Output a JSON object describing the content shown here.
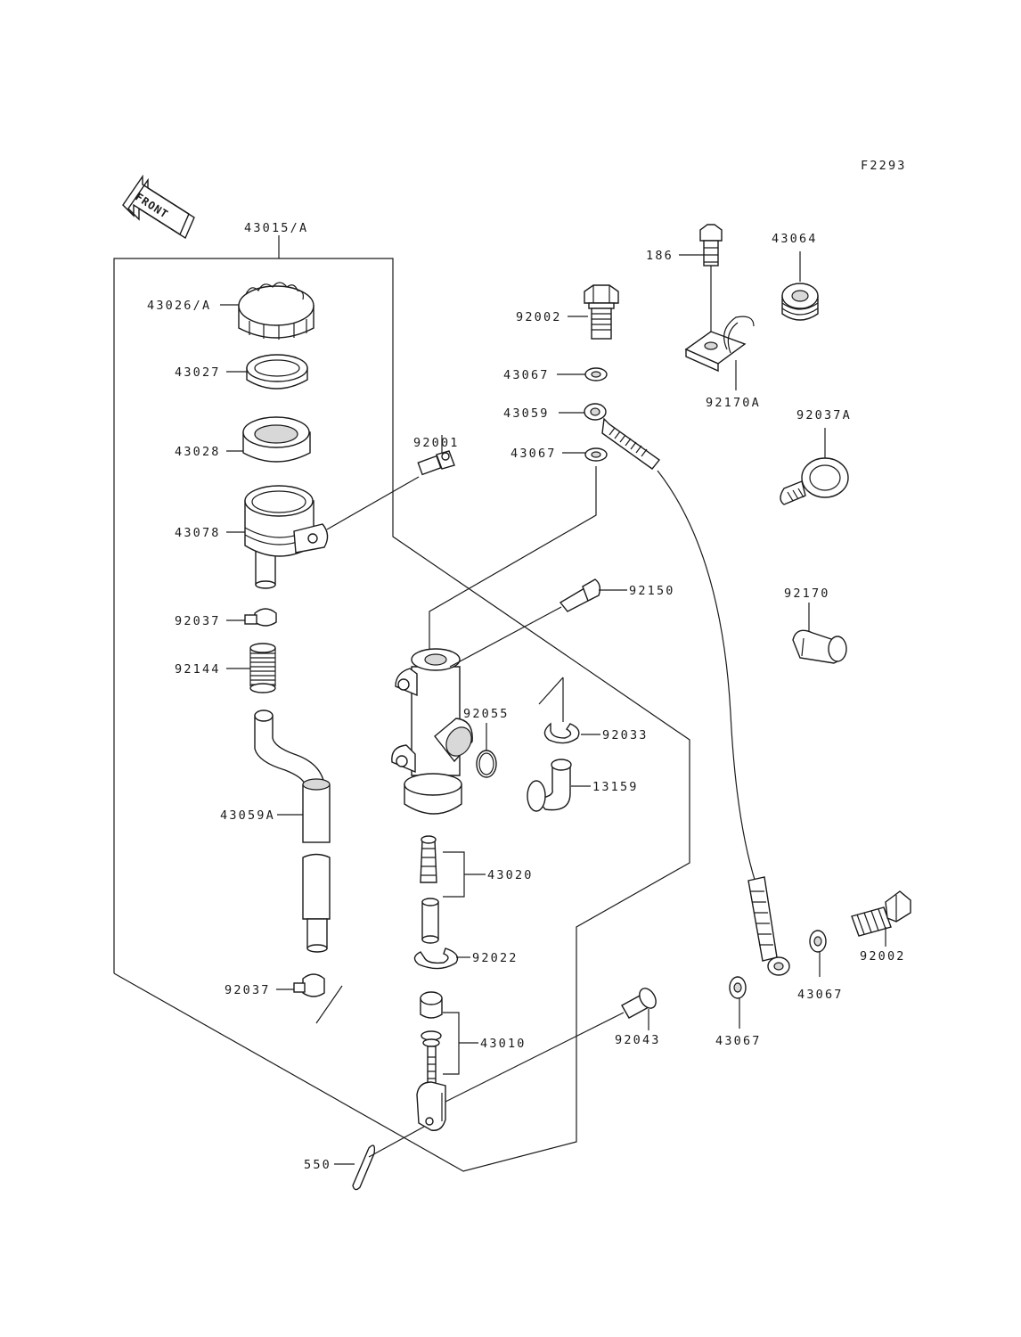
{
  "figure_code": "F2293",
  "front_label": "FRONT",
  "labels": {
    "assembly": "43015/A",
    "cap": "43026/A",
    "plate": "43027",
    "diaphragm": "43028",
    "reservoir": "43078",
    "bolt_reservoir": "92001",
    "clamp_upper": "92037",
    "spring": "92144",
    "hose": "43059A",
    "clamp_lower": "92037",
    "cotter_pin": "550",
    "union_bolt_top": "92002",
    "washer_top_1": "43067",
    "banjo": "43059",
    "washer_top_2": "43067",
    "bolt_186": "186",
    "bracket": "92170A",
    "grommet": "43064",
    "clamp_92037a": "92037A",
    "clamp_92170": "92170",
    "bleeder": "92150",
    "oring": "92055",
    "circlip_92033": "92033",
    "fitting": "13159",
    "piston": "43020",
    "circlip_92022": "92022",
    "pushrod": "43010",
    "pin": "92043",
    "washer_bot_1": "43067",
    "washer_bot_2": "43067",
    "union_bolt_bot": "92002"
  }
}
